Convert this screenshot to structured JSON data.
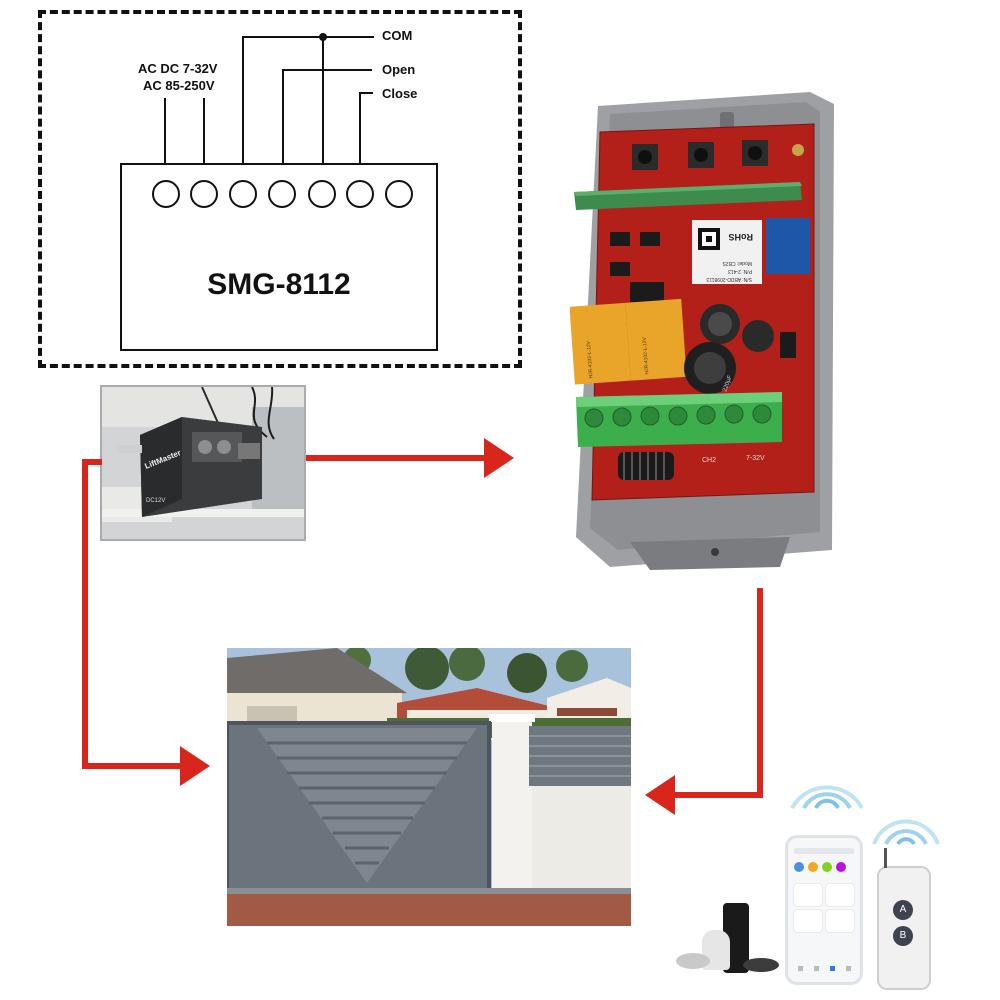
{
  "wiring": {
    "model": "SMG-8112",
    "power_line1": "AC DC 7-32V",
    "power_line2": "AC 85-250V",
    "com_label": "COM",
    "open_label": "Open",
    "close_label": "Close",
    "terminal_count": 7
  },
  "receiver": {
    "pcb_text": {
      "rohs": "RoHS",
      "model_line": "Model: CB2S",
      "pn_line": "P/N: 2-413",
      "sn_line": "S/N: ABDD-2098113",
      "voltage": "7-32V",
      "ch2": "CH2",
      "relay1": "HJR-4102-L-12V",
      "relay2": "HJR-4102-L-12V",
      "cap": "220µF"
    }
  },
  "opener": {
    "brand": "LiftMaster",
    "tag": "DC12V"
  },
  "colors": {
    "arrow": "#d9261c",
    "pcb": "#b3201a",
    "enclosure": "#9b9da0",
    "terminal_block": "#3cae4c"
  },
  "icons": [
    "wifi-signal-icon",
    "remote-button-a-icon",
    "remote-button-b-icon"
  ],
  "remote": {
    "button_a": "A",
    "button_b": "B"
  }
}
